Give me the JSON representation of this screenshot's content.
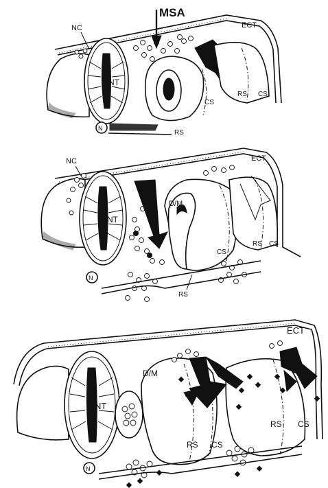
{
  "panel_top": {
    "nc": "NC",
    "msa": "MSA",
    "ect": "ECT",
    "nt": "NT",
    "cs_mid": "CS",
    "rs_mid": "RS",
    "rs_right": "RS",
    "cs_right": "CS",
    "n": "N"
  },
  "panel_middle": {
    "nc": "NC",
    "ect": "ECT",
    "dm": "D/M",
    "nt": "NT",
    "cs_mid": "CS",
    "rs_right": "RS",
    "cs_right": "CS",
    "rs_bottom": "RS",
    "n": "N"
  },
  "panel_bottom": {
    "ect": "ECT",
    "nt": "NT",
    "dm": "D/M",
    "rs_mid": "RS",
    "cs_mid": "CS",
    "rs_right": "RS",
    "cs_right": "CS",
    "n": "N"
  }
}
